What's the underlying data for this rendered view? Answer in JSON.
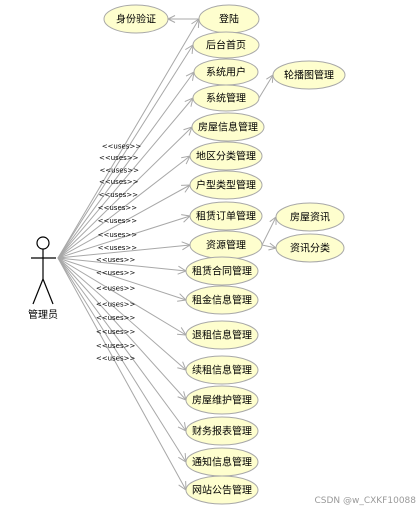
{
  "actor": {
    "label": "管理员"
  },
  "relation_label": "<<uses>>",
  "use_cases": [
    {
      "id": "login",
      "label": "登陆"
    },
    {
      "id": "home",
      "label": "后台首页"
    },
    {
      "id": "sysuser",
      "label": "系统用户"
    },
    {
      "id": "sysmgmt",
      "label": "系统管理"
    },
    {
      "id": "house",
      "label": "房屋信息管理"
    },
    {
      "id": "region",
      "label": "地区分类管理"
    },
    {
      "id": "type",
      "label": "户型类型管理"
    },
    {
      "id": "order",
      "label": "租赁订单管理"
    },
    {
      "id": "resource",
      "label": "资源管理"
    },
    {
      "id": "contract",
      "label": "租赁合同管理"
    },
    {
      "id": "rent",
      "label": "租金信息管理"
    },
    {
      "id": "refund",
      "label": "退租信息管理"
    },
    {
      "id": "renew",
      "label": "续租信息管理"
    },
    {
      "id": "repair",
      "label": "房屋维护管理"
    },
    {
      "id": "finance",
      "label": "财务报表管理"
    },
    {
      "id": "notice",
      "label": "通知信息管理"
    },
    {
      "id": "announce",
      "label": "网站公告管理"
    }
  ],
  "side_cases": [
    {
      "id": "auth",
      "label": "身份验证"
    },
    {
      "id": "carousel",
      "label": "轮播图管理"
    },
    {
      "id": "news",
      "label": "房屋资讯"
    },
    {
      "id": "newscat",
      "label": "资讯分类"
    }
  ],
  "watermark": "CSDN @w_CXKF10088"
}
